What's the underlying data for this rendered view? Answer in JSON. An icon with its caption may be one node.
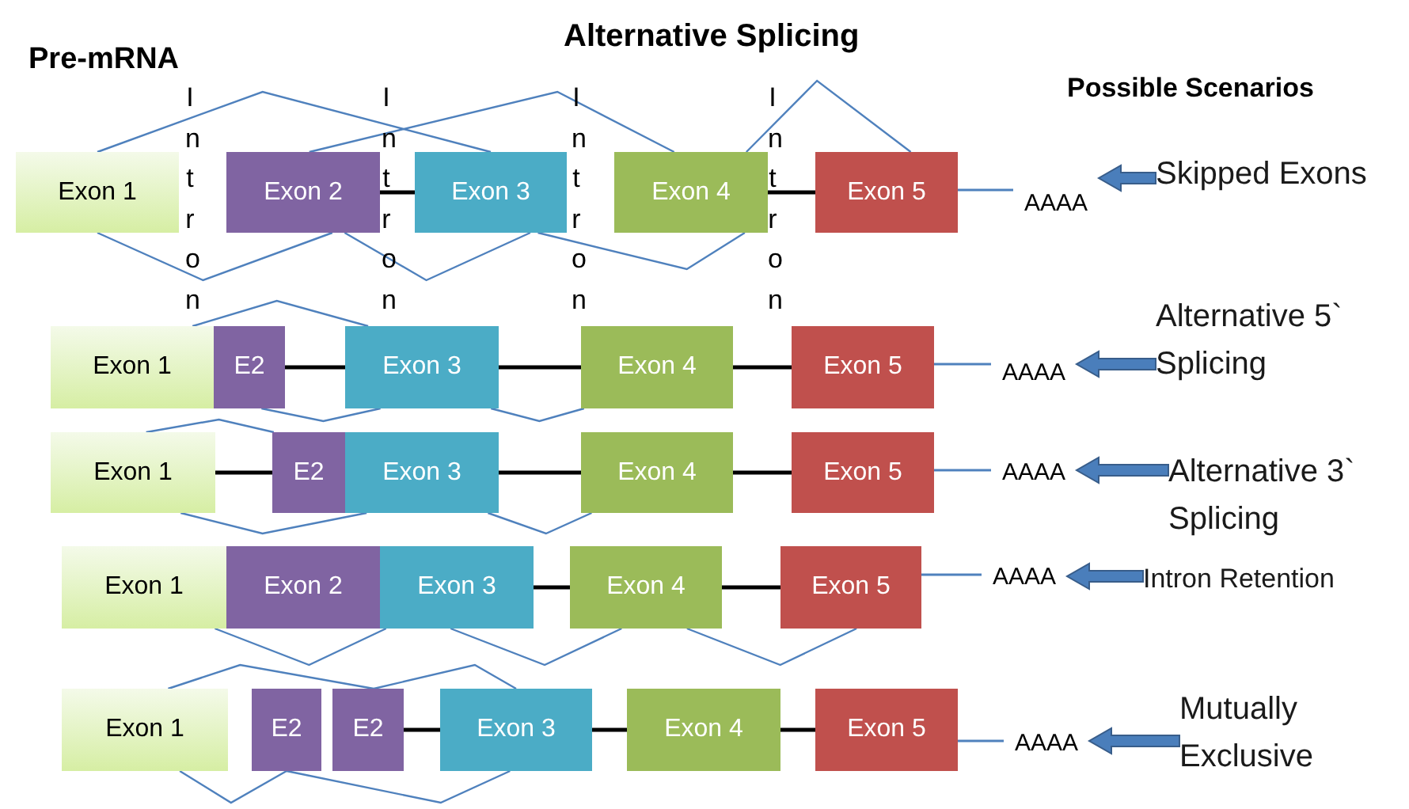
{
  "diagram": {
    "title": "Alternative Splicing",
    "nodes": [
      {
        "text": [
          "Exon 1"
        ]
      },
      {
        "text": [
          "Exon 2"
        ]
      },
      {
        "text": [
          "Exon 3"
        ]
      },
      {
        "text": [
          "Exon 4"
        ]
      },
      {
        "text": [
          "Exon 5"
        ]
      },
      {
        "text": [
          "AAAA"
        ]
      },
      {
        "text": [
          "Skipped Exons"
        ]
      },
      {
        "text": [
          "Exon 1"
        ]
      },
      {
        "text": [
          "E2"
        ]
      },
      {
        "text": [
          "Exon 3"
        ]
      },
      {
        "text": [
          "Exon 4"
        ]
      },
      {
        "text": [
          "Exon 5"
        ]
      },
      {
        "text": [
          "AAAA"
        ]
      },
      {
        "text": [
          "Alternative 5` Splicing"
        ]
      },
      {
        "text": [
          "Exon 1"
        ]
      },
      {
        "text": [
          "E2"
        ]
      },
      {
        "text": [
          "Exon 3"
        ]
      },
      {
        "text": [
          "Exon 4"
        ]
      },
      {
        "text": [
          "Exon 5"
        ]
      },
      {
        "text": [
          "AAAA"
        ]
      },
      {
        "text": [
          "Alternative 3` Splicing"
        ]
      },
      {
        "text": [
          "Exon 1"
        ]
      },
      {
        "text": [
          "Exon 2"
        ]
      },
      {
        "text": [
          "Exon 3"
        ]
      },
      {
        "text": [
          "Exon 4"
        ]
      },
      {
        "text": [
          "Exon 5"
        ]
      },
      {
        "text": [
          "AAAA"
        ]
      },
      {
        "text": [
          "Intron Retention"
        ]
      },
      {
        "text": [
          "Exon 1"
        ]
      },
      {
        "text": [
          "E2"
        ]
      },
      {
        "text": [
          "E2"
        ]
      },
      {
        "text": [
          "Exon 3"
        ]
      },
      {
        "text": [
          "Exon 4"
        ]
      },
      {
        "text": [
          "Exon 5"
        ]
      },
      {
        "text": [
          "AAAA"
        ]
      },
      {
        "text": [
          "Mutually Exclusive"
        ]
      }
    ],
    "edges": [
      {
        "from": 1,
        "to": 2,
        "arrow": "none",
        "color": "#000000"
      },
      {
        "from": 3,
        "to": 4,
        "arrow": "none",
        "color": "#000000"
      },
      {
        "from": 0,
        "to": 2,
        "arrow": "none"
      },
      {
        "from": 1,
        "to": 3,
        "arrow": "none"
      },
      {
        "from": 3,
        "to": 4,
        "arrow": "none"
      },
      {
        "from": 0,
        "to": 1,
        "arrow": "none"
      },
      {
        "from": 1,
        "to": 2,
        "arrow": "none"
      },
      {
        "from": 2,
        "to": 3,
        "arrow": "none"
      },
      {
        "from": 4,
        "to": 5,
        "arrow": "none"
      },
      {
        "from": 6,
        "to": 5,
        "arrow": "to",
        "style": "thick",
        "color": "#4a7ebb"
      },
      {
        "from": 8,
        "to": 9,
        "arrow": "none",
        "color": "#000000"
      },
      {
        "from": 9,
        "to": 10,
        "arrow": "none",
        "color": "#000000"
      },
      {
        "from": 10,
        "to": 11,
        "arrow": "none",
        "color": "#000000"
      },
      {
        "from": 7,
        "to": 9,
        "arrow": "none"
      },
      {
        "from": 8,
        "to": 9,
        "arrow": "none"
      },
      {
        "from": 9,
        "to": 10,
        "arrow": "none"
      },
      {
        "from": 11,
        "to": 12,
        "arrow": "none"
      },
      {
        "from": 13,
        "to": 12,
        "arrow": "to",
        "style": "thick",
        "color": "#4a7ebb"
      },
      {
        "from": 14,
        "to": 15,
        "arrow": "none",
        "color": "#000000"
      },
      {
        "from": 16,
        "to": 17,
        "arrow": "none",
        "color": "#000000"
      },
      {
        "from": 17,
        "to": 18,
        "arrow": "none",
        "color": "#000000"
      },
      {
        "from": 14,
        "to": 15,
        "arrow": "none"
      },
      {
        "from": 14,
        "to": 16,
        "arrow": "none"
      },
      {
        "from": 16,
        "to": 17,
        "arrow": "none"
      },
      {
        "from": 18,
        "to": 19,
        "arrow": "none"
      },
      {
        "from": 20,
        "to": 19,
        "arrow": "to",
        "style": "thick",
        "color": "#4a7ebb"
      },
      {
        "from": 23,
        "to": 24,
        "arrow": "none",
        "color": "#000000"
      },
      {
        "from": 24,
        "to": 25,
        "arrow": "none",
        "color": "#000000"
      },
      {
        "from": 21,
        "to": 23,
        "arrow": "none"
      },
      {
        "from": 23,
        "to": 24,
        "arrow": "none"
      },
      {
        "from": 24,
        "to": 25,
        "arrow": "none"
      },
      {
        "from": 25,
        "to": 26,
        "arrow": "none"
      },
      {
        "from": 27,
        "to": 26,
        "arrow": "to",
        "style": "thick",
        "color": "#4a7ebb"
      },
      {
        "from": 30,
        "to": 31,
        "arrow": "none",
        "color": "#000000"
      },
      {
        "from": 31,
        "to": 32,
        "arrow": "none",
        "color": "#000000"
      },
      {
        "from": 32,
        "to": 33,
        "arrow": "none",
        "color": "#000000"
      },
      {
        "from": 28,
        "to": 30,
        "arrow": "none"
      },
      {
        "from": 30,
        "to": 31,
        "arrow": "none"
      },
      {
        "from": 28,
        "to": 29,
        "arrow": "none"
      },
      {
        "from": 29,
        "to": 31,
        "arrow": "none"
      },
      {
        "from": 33,
        "to": 34,
        "arrow": "none"
      },
      {
        "from": 35,
        "to": 34,
        "arrow": "to",
        "style": "thick",
        "color": "#4a7ebb"
      }
    ],
    "labels": [
      "Pre-mRNA",
      "Intron",
      "Intron",
      "Intron",
      "Intron",
      "Possible Scenarios"
    ]
  }
}
